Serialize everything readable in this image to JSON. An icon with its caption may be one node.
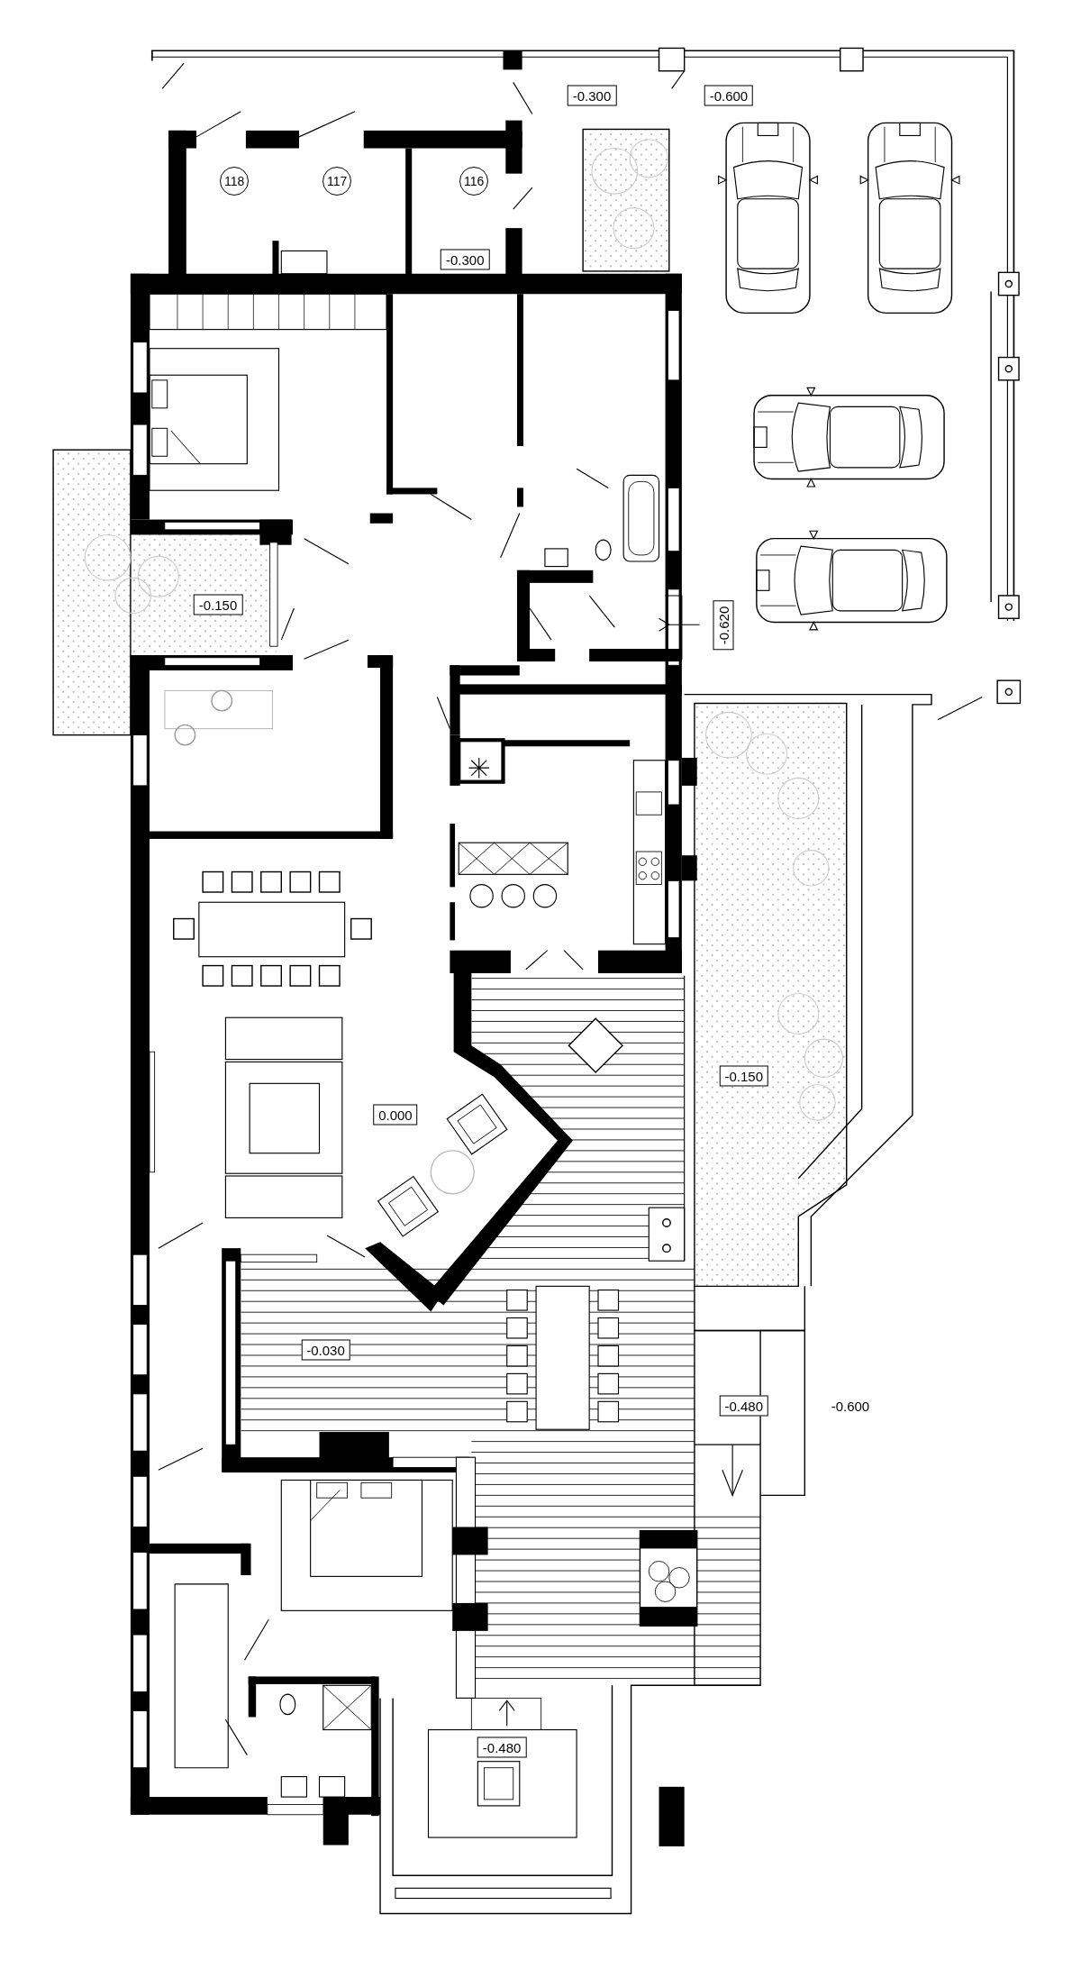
{
  "diagram": {
    "nodes": [
      {
        "text": [
          "118"
        ]
      },
      {
        "text": [
          "117"
        ]
      },
      {
        "text": [
          "116"
        ]
      },
      {
        "text": [
          "-0.300"
        ]
      },
      {
        "text": [
          "-0.600"
        ]
      },
      {
        "text": [
          "-0.300"
        ]
      },
      {
        "text": [
          "-0.150"
        ]
      },
      {
        "text": [
          "-0.620"
        ]
      },
      {
        "text": [
          "-0.150"
        ]
      },
      {
        "text": [
          "0.000"
        ]
      },
      {
        "text": [
          "-0.030"
        ]
      },
      {
        "text": [
          "-0.480"
        ]
      },
      {
        "text": [
          "-0.480"
        ]
      }
    ],
    "labels": [
      "-0.600"
    ]
  }
}
